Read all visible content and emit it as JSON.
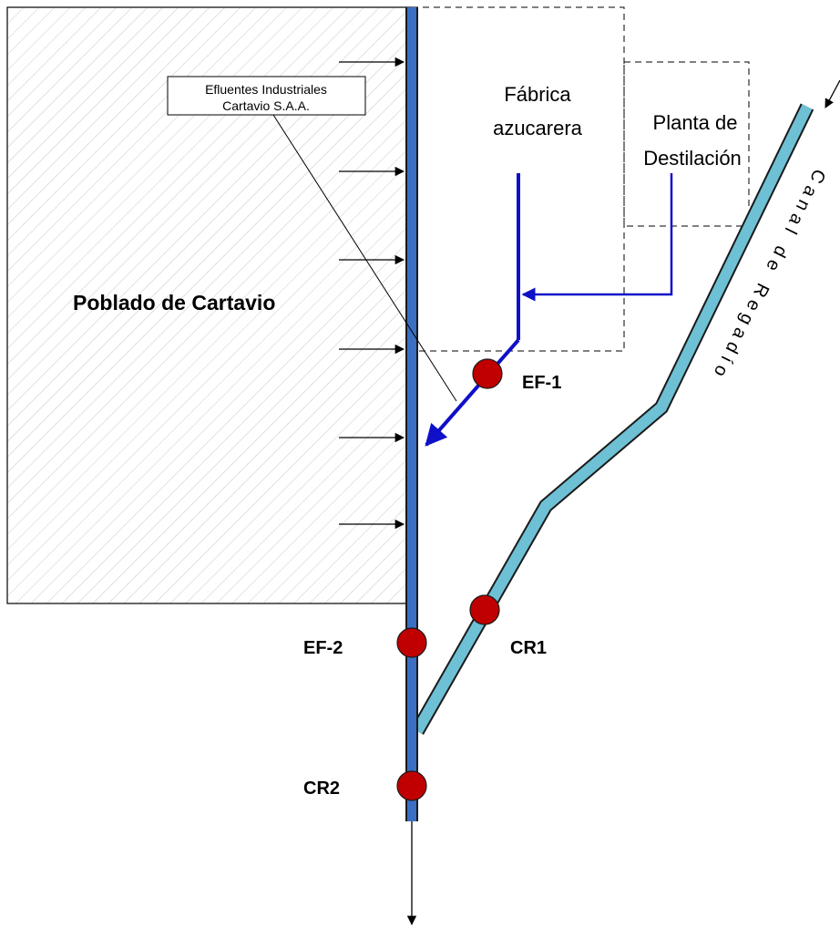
{
  "town": {
    "label": "Poblado de Cartavio"
  },
  "callout": {
    "line1": "Efluentes Industriales",
    "line2": "Cartavio S.A.A."
  },
  "factory": {
    "line1": "Fábrica",
    "line2": "azucarera"
  },
  "distillery": {
    "line1": "Planta de",
    "line2": "Destilación"
  },
  "canal": {
    "label": "Canal de Regadío"
  },
  "points": {
    "ef1": "EF-1",
    "ef2": "EF-2",
    "cr1": "CR1",
    "cr2": "CR2"
  },
  "colors": {
    "river": "#3a6fc4",
    "canal": "#6ec0d4",
    "effluent": "#1010c8",
    "sample_point": "#c00000"
  }
}
